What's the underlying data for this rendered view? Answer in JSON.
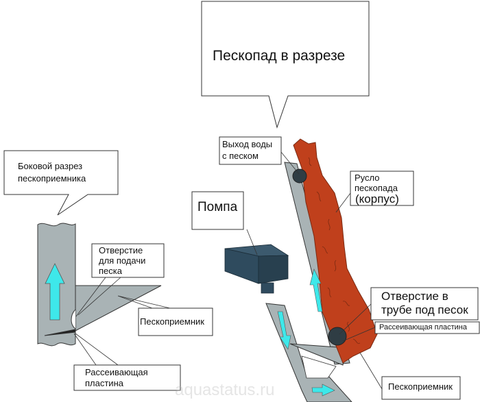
{
  "title": "Пескопад в разрезе",
  "side_view": {
    "title_line1": "Боковой разрез",
    "title_line2": "пескоприемника",
    "hole_line1": "Отверстие",
    "hole_line2": "для подачи",
    "hole_line3": "песка",
    "receiver": "Пескоприемник",
    "plate_line1": "Рассеивающая",
    "plate_line2": "пластина"
  },
  "section_view": {
    "outlet_line1": "Выход воды",
    "outlet_line2": "с песком",
    "channel_line1": "Русло",
    "channel_line2": "пескопада",
    "channel_line3": "(корпус)",
    "pump": "Помпа",
    "hole_line1": "Отверстие в",
    "hole_line2": "трубе под песок",
    "plate": "Рассеивающая пластина",
    "receiver": "Пескоприемник"
  },
  "watermark": "aquastatus.ru",
  "colors": {
    "pipe": "#a9b3b5",
    "flow_arrow": "#3ee8ea",
    "channel": "#c0401c",
    "pump": "#2f4b5e"
  }
}
